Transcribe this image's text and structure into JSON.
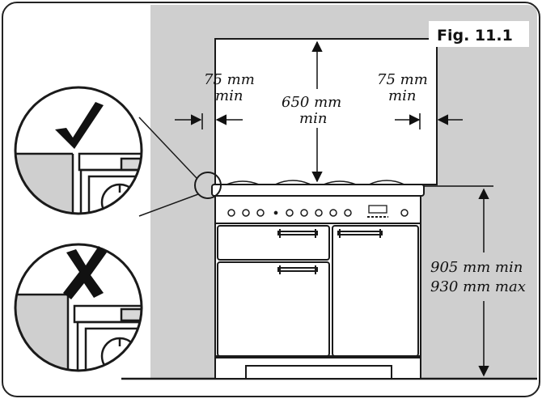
{
  "figure": {
    "label": "Fig. 11.1"
  },
  "dimensions": {
    "side_left": {
      "value": "75 mm",
      "qualifier": "min"
    },
    "side_right": {
      "value": "75 mm",
      "qualifier": "min"
    },
    "above": {
      "value": "650 mm",
      "qualifier": "min"
    },
    "height": {
      "line1": "905 mm min",
      "line2": "930 mm max"
    }
  },
  "callouts": {
    "correct": "check-mark-icon",
    "incorrect": "cross-mark-icon"
  },
  "colors": {
    "wall": "#cfcfcf",
    "outline": "#1a1a1a",
    "background": "#ffffff"
  }
}
